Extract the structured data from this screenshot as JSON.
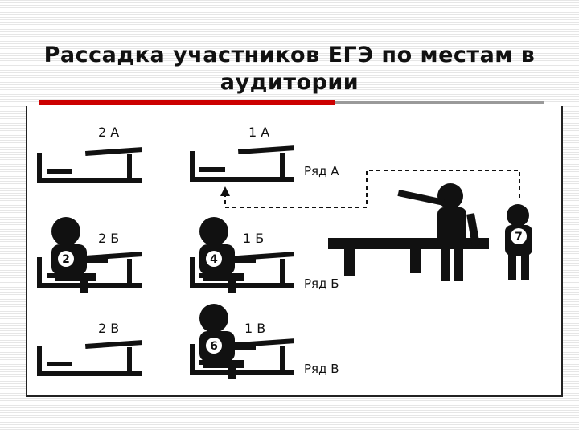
{
  "title_line1": "Рассадка участников ЕГЭ по местам в",
  "title_line2": "аудитории",
  "seats": {
    "s2a": "2 А",
    "s1a": "1 А",
    "s2b": "2 Б",
    "s1b": "1 Б",
    "s2v": "2 В",
    "s1v": "1 В"
  },
  "rows": {
    "a": "Ряд А",
    "b": "Ряд Б",
    "v": "Ряд В"
  },
  "participants": {
    "p2": "2",
    "p4": "4",
    "p6": "6",
    "p7": "7"
  }
}
